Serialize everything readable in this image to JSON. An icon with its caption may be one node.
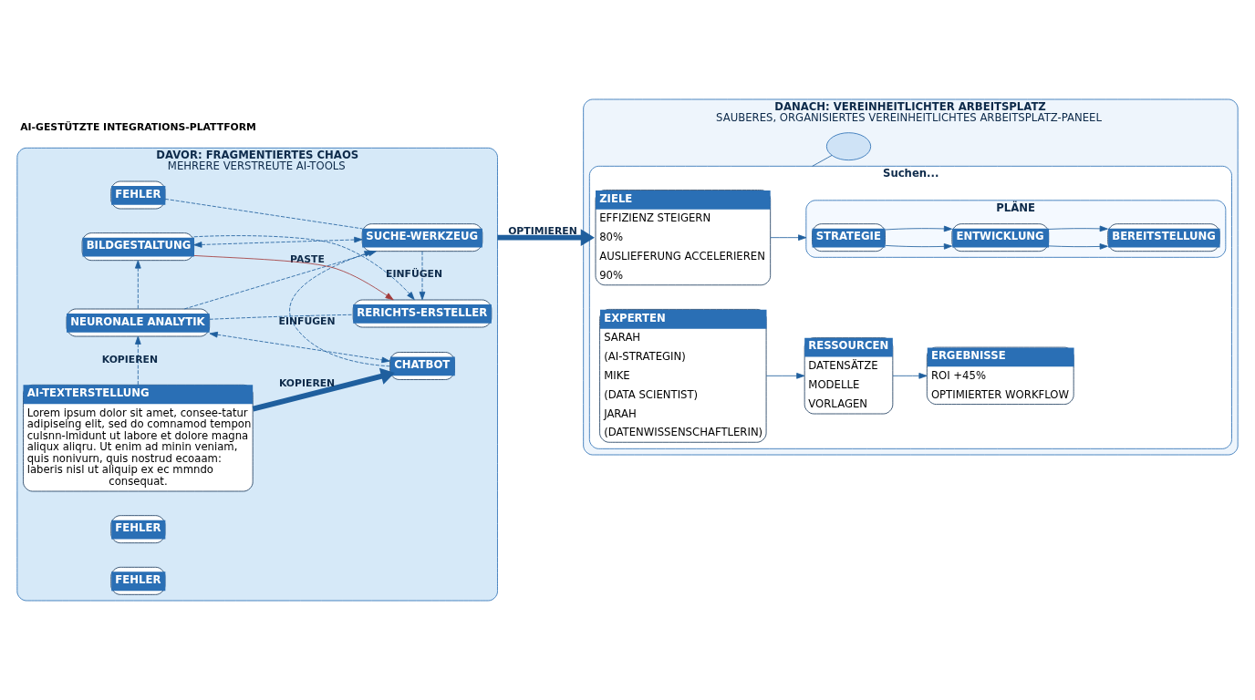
{
  "diagram": {
    "nodes": [
      {
        "text": [
          "DAVOR: FRAGMENTIERTES CHAOS",
          "MEHRERE VERSTREUTE AI-TOOLS"
        ]
      },
      {
        "text": [
          "AI-TEXTERSTELLUNG",
          "Lorem ipsum dolor sit amet, consee-tatur adipiseing elit, sed do comnamod tempon culsnn-lmidunt ut labore et dolore magna aliqux aliqru. Ut enim ad minin veniam, quis nonivurn, quis nostrud ecoaam: laberis nisl ut aliquip ex ec mmndo consequat."
        ],
        "in": 0
      },
      {
        "text": [
          "FEHLER"
        ],
        "in": 0
      },
      {
        "text": [
          "CHATBOT"
        ],
        "in": 0
      },
      {
        "text": [
          "FEHLER"
        ],
        "in": 0
      },
      {
        "text": [
          "NEURONALE ANALYTIK"
        ],
        "in": 0
      },
      {
        "text": [
          "SUCHE-WERKZEUG"
        ],
        "in": 0
      },
      {
        "text": [
          "BILDGESTALTUNG"
        ],
        "in": 0
      },
      {
        "text": [
          "RERICHTS-ERSTELLER"
        ],
        "in": 0
      },
      {
        "text": [
          "FEHLER"
        ],
        "in": 0
      },
      {
        "text": [
          "DANACH: VEREINHEITLICHTER ARBEITSPLATZ",
          "SAUBERES, ORGANISIERTES VEREINHEITLICHTES ARBEITSPLATZ-PANEEL"
        ]
      },
      {
        "text": [
          "Suchen..."
        ],
        "in": 10
      },
      {
        "text": [
          "ZIELE",
          "EFFIZIENZ STEIGERN",
          "80%",
          "AUSLIEFERUNG ACCELERIEREN",
          "90%"
        ],
        "in": 11
      },
      {
        "text": [
          "PLÄNE"
        ],
        "in": 11
      },
      {
        "text": [
          "STRATEGIE"
        ],
        "in": 13
      },
      {
        "text": [
          "ENTWICKLUNG"
        ],
        "in": 13
      },
      {
        "text": [
          "BEREITSTELLUNG"
        ],
        "in": 13
      },
      {
        "text": [
          "EXPERTEN",
          "SARAH",
          "(AI-STRATEGIN)",
          "MIKE",
          "(DATA SCIENTIST)",
          "JARAH",
          "(DATENWISSENSCHAFTLERIN)"
        ],
        "in": 11
      },
      {
        "text": [
          "RESSOURCEN",
          "DATENSÄTZE",
          "MODELLE",
          "VORLAGEN"
        ],
        "in": 11
      },
      {
        "text": [
          "ERGEBNISSE",
          "ROI +45%",
          "OPTIMIERTER WORKFLOW"
        ],
        "in": 11
      },
      {
        "text": [],
        "shape": "cloud",
        "in": 10
      }
    ],
    "edges": [
      {
        "from": 1,
        "to": 3,
        "arrow": "to",
        "label": "KOPIEREN",
        "style": "thick"
      },
      {
        "from": 1,
        "to": 5,
        "arrow": "to",
        "label": "KOPIEREN",
        "style": "dashed"
      },
      {
        "from": 5,
        "to": 3,
        "arrow": "both",
        "style": "dashed"
      },
      {
        "from": 3,
        "to": 6,
        "arrow": "to",
        "label": "EINFÜGEN",
        "style": "dashed"
      },
      {
        "from": 5,
        "to": 6,
        "arrow": "to",
        "label": "PASTE",
        "style": "dashed"
      },
      {
        "from": 2,
        "to": 6,
        "arrow": "none",
        "style": "dashed"
      },
      {
        "from": 5,
        "to": 7,
        "arrow": "to",
        "style": "dashed"
      },
      {
        "from": 6,
        "to": 7,
        "arrow": "both",
        "style": "dashed"
      },
      {
        "from": 5,
        "to": 8,
        "arrow": "none",
        "style": "dashed"
      },
      {
        "from": 6,
        "to": 8,
        "arrow": "to",
        "label": "EINFÜGEN",
        "style": "dashed"
      },
      {
        "from": 7,
        "to": 8,
        "arrow": "to",
        "color": "#a33a3a"
      },
      {
        "from": 7,
        "to": 8,
        "arrow": "to",
        "style": "dashed"
      },
      {
        "from": 0,
        "to": 11,
        "arrow": "to",
        "label": "OPTIMIEREN",
        "style": "thick"
      },
      {
        "from": 20,
        "to": 11,
        "arrow": "none"
      },
      {
        "from": 12,
        "to": 13,
        "arrow": "to"
      },
      {
        "from": 14,
        "to": 15,
        "arrow": "to"
      },
      {
        "from": 15,
        "to": 16,
        "arrow": "to"
      },
      {
        "from": 14,
        "to": 15,
        "arrow": "to"
      },
      {
        "from": 15,
        "to": 16,
        "arrow": "to"
      },
      {
        "from": 17,
        "to": 18,
        "arrow": "to"
      },
      {
        "from": 18,
        "to": 19,
        "arrow": "to"
      }
    ],
    "labels": [
      "AI-GESTÜTZTE INTEGRATIONS-PLATTFORM"
    ]
  }
}
